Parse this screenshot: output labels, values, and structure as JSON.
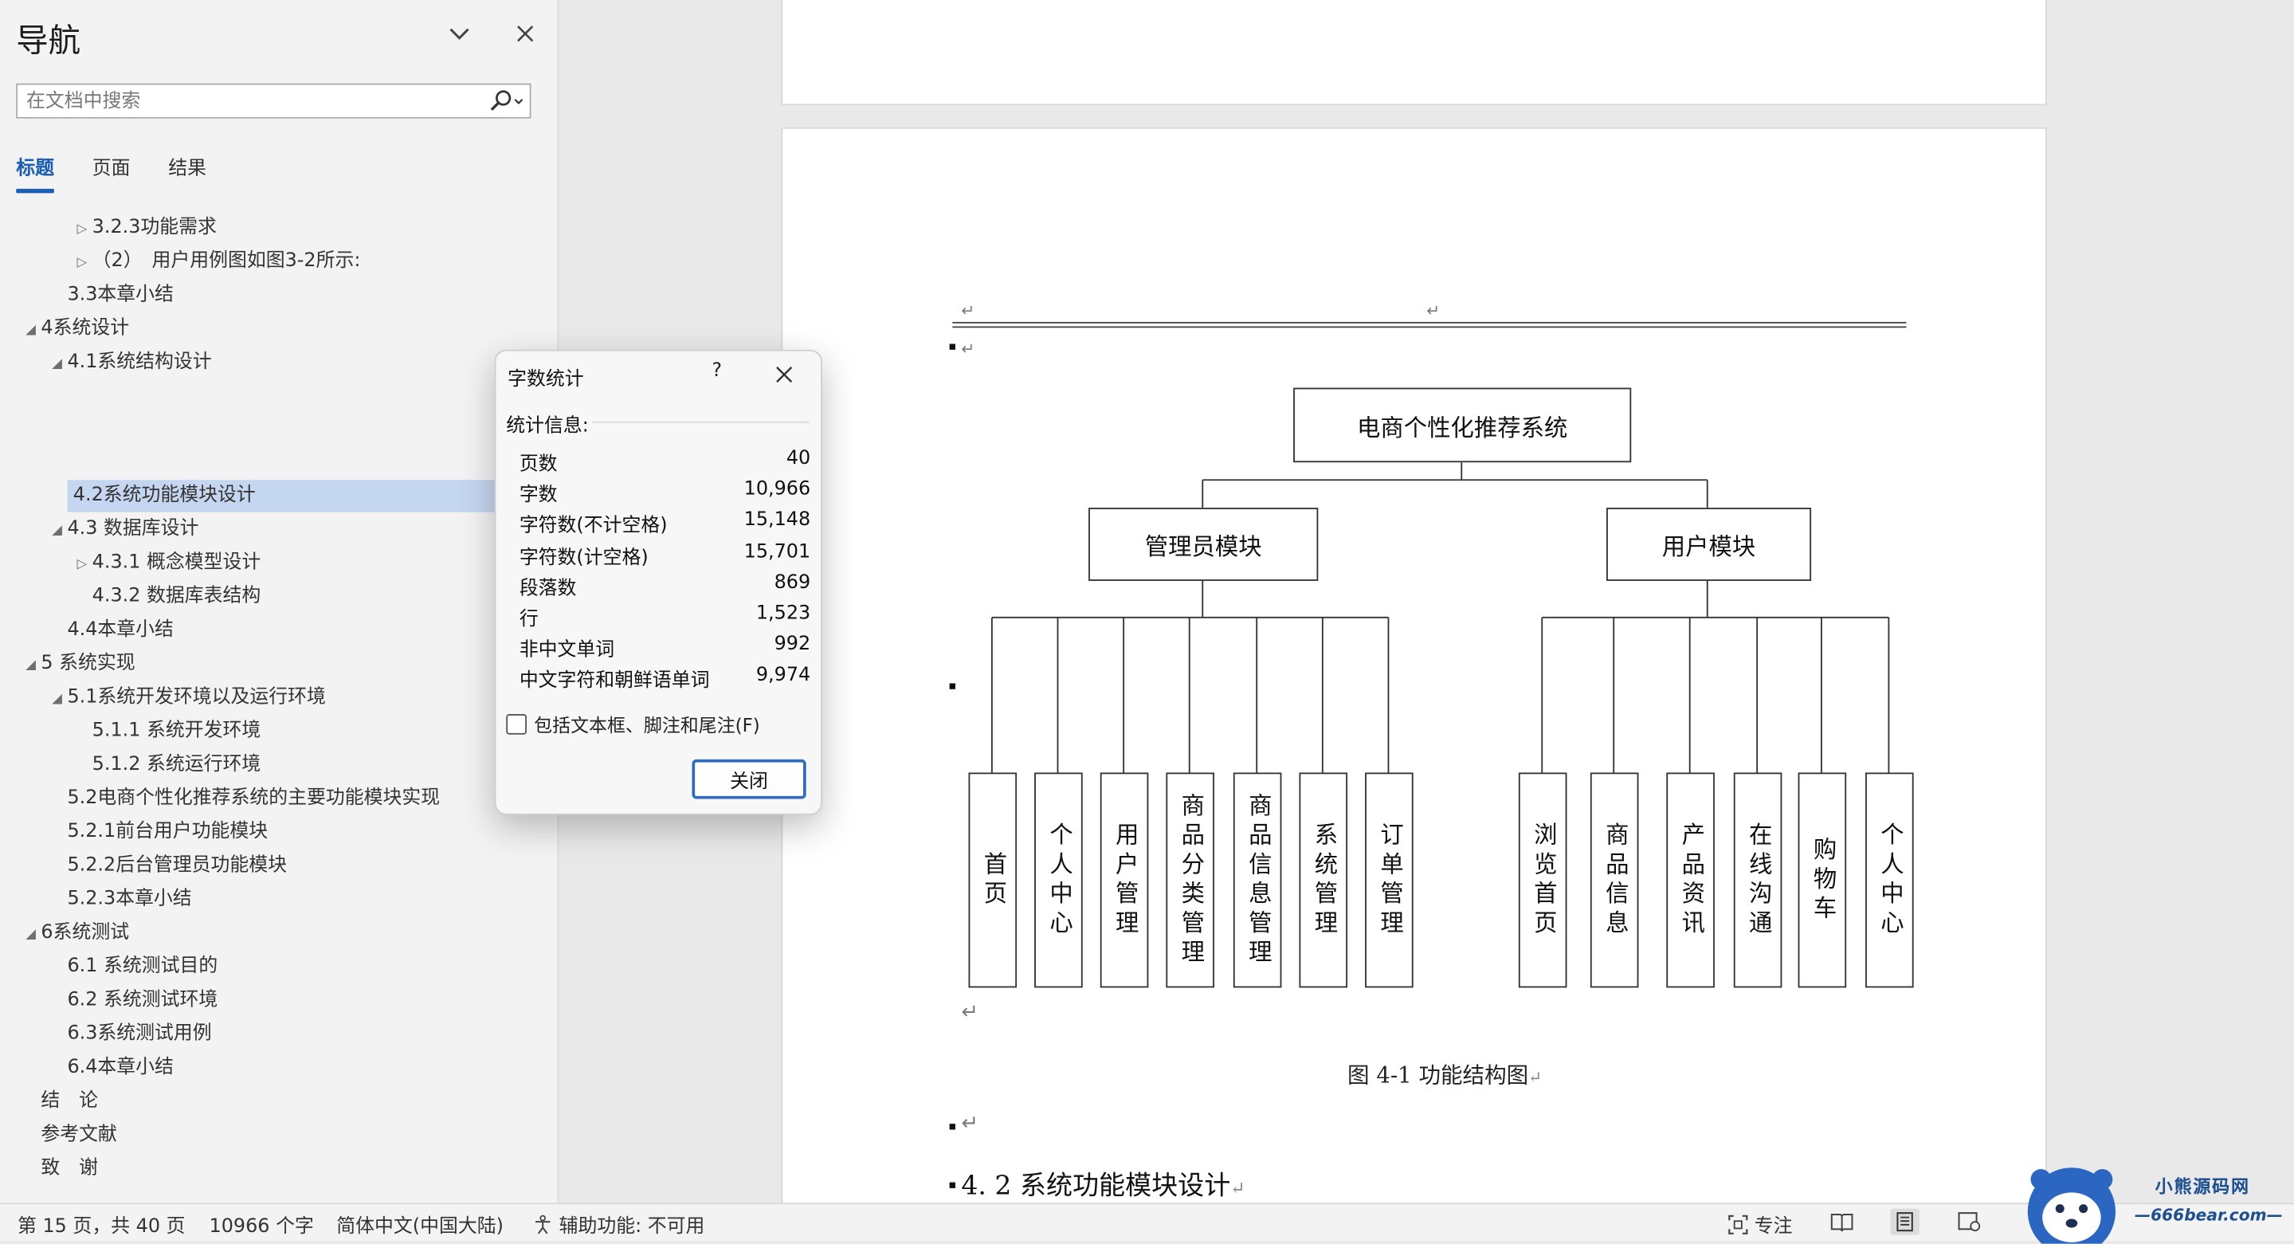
{
  "nav": {
    "title": "导航",
    "search_placeholder": "在文档中搜索",
    "tabs": [
      {
        "label": "标题",
        "active": true
      },
      {
        "label": "页面",
        "active": false
      },
      {
        "label": "结果",
        "active": false
      }
    ],
    "tree": [
      {
        "label": "3.2.3功能需求",
        "level": 3,
        "toggle": "collapsed"
      },
      {
        "label": "（2）　用户用例图如图3-2所示:",
        "level": 3,
        "toggle": "collapsed"
      },
      {
        "label": "3.3本章小结",
        "level": 2,
        "toggle": "none"
      },
      {
        "label": "4系统设计",
        "level": 1,
        "toggle": "expanded"
      },
      {
        "label": "4.1系统结构设计",
        "level": 2,
        "toggle": "expanded"
      },
      {
        "label": "4.2系统功能模块设计",
        "level": 2,
        "toggle": "none",
        "selected": true
      },
      {
        "label": "4.3 数据库设计",
        "level": 2,
        "toggle": "expanded"
      },
      {
        "label": "4.3.1 概念模型设计",
        "level": 3,
        "toggle": "collapsed"
      },
      {
        "label": "4.3.2 数据库表结构",
        "level": 3,
        "toggle": "none"
      },
      {
        "label": "4.4本章小结",
        "level": 2,
        "toggle": "none"
      },
      {
        "label": "5 系统实现",
        "level": 1,
        "toggle": "expanded"
      },
      {
        "label": "5.1系统开发环境以及运行环境",
        "level": 2,
        "toggle": "expanded"
      },
      {
        "label": "5.1.1 系统开发环境",
        "level": 3,
        "toggle": "none"
      },
      {
        "label": "5.1.2 系统运行环境",
        "level": 3,
        "toggle": "none"
      },
      {
        "label": "5.2电商个性化推荐系统的主要功能模块实现",
        "level": 2,
        "toggle": "none"
      },
      {
        "label": "5.2.1前台用户功能模块",
        "level": 2,
        "toggle": "none"
      },
      {
        "label": "5.2.2后台管理员功能模块",
        "level": 2,
        "toggle": "none"
      },
      {
        "label": "5.2.3本章小结",
        "level": 2,
        "toggle": "none"
      },
      {
        "label": "6系统测试",
        "level": 1,
        "toggle": "expanded"
      },
      {
        "label": "6.1 系统测试目的",
        "level": 2,
        "toggle": "none"
      },
      {
        "label": "6.2 系统测试环境",
        "level": 2,
        "toggle": "none"
      },
      {
        "label": "6.3系统测试用例",
        "level": 2,
        "toggle": "none"
      },
      {
        "label": "6.4本章小结",
        "level": 2,
        "toggle": "none"
      },
      {
        "label": "结　论",
        "level": 1,
        "toggle": "none"
      },
      {
        "label": "参考文献",
        "level": 1,
        "toggle": "none"
      },
      {
        "label": "致　谢",
        "level": 1,
        "toggle": "none"
      }
    ]
  },
  "dialog": {
    "title": "字数统计",
    "help": "?",
    "section": "统计信息:",
    "rows": [
      {
        "label": "页数",
        "value": "40"
      },
      {
        "label": "字数",
        "value": "10,966"
      },
      {
        "label": "字符数(不计空格)",
        "value": "15,148"
      },
      {
        "label": "字符数(计空格)",
        "value": "15,701"
      },
      {
        "label": "段落数",
        "value": "869"
      },
      {
        "label": "行",
        "value": "1,523"
      },
      {
        "label": "非中文单词",
        "value": "992"
      },
      {
        "label": "中文字符和朝鲜语单词",
        "value": "9,974"
      }
    ],
    "checkbox_label": "包括文本框、脚注和尾注(F)",
    "checkbox_checked": false,
    "close_label": "关闭"
  },
  "document": {
    "diagram": {
      "root": "电商个性化推荐系统",
      "left": "管理员模块",
      "right": "用户模块",
      "left_children": [
        "首页",
        "个人中心",
        "用户管理",
        "商品分类管理",
        "商品信息管理",
        "系统管理",
        "订单管理"
      ],
      "right_children": [
        "浏览首页",
        "商品信息",
        "产品资讯",
        "在线沟通",
        "购物车",
        "个人中心"
      ]
    },
    "caption": "图 4-1 功能结构图",
    "heading": "4. 2 系统功能模块设计",
    "para_mark": "↵"
  },
  "status": {
    "page": "第 15 页，共 40 页",
    "words": "10966 个字",
    "lang": "简体中文(中国大陆)",
    "access": "辅助功能: 不可用",
    "focus": "专注"
  },
  "watermark": {
    "name": "小熊源码网",
    "url": "—666bear.com—"
  }
}
